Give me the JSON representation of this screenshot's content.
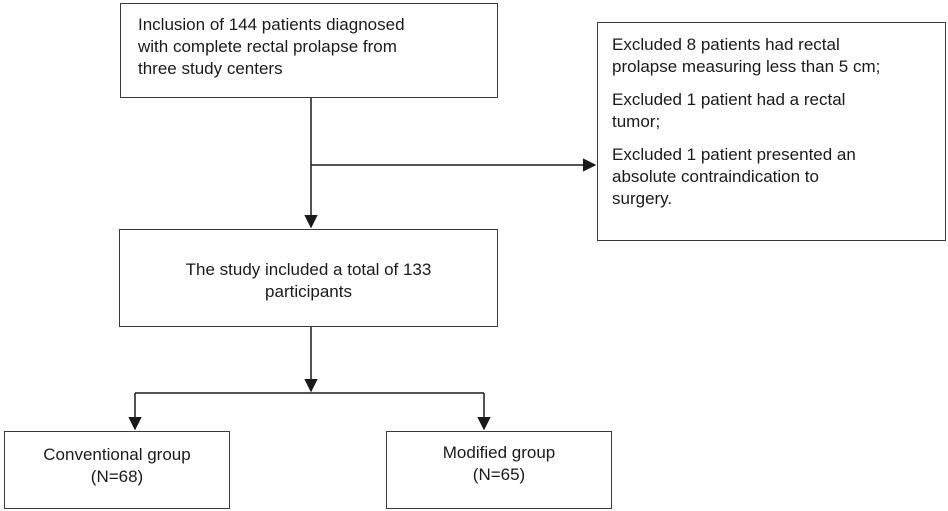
{
  "inclusion": {
    "lines": [
      "Inclusion of 144 patients diagnosed",
      "with complete rectal prolapse from",
      "three study centers"
    ]
  },
  "exclusion": {
    "items": [
      [
        "Excluded 8 patients had rectal",
        "prolapse measuring less than 5 cm;"
      ],
      [
        "Excluded 1 patient had a rectal",
        "tumor;"
      ],
      [
        "Excluded 1 patient presented an",
        "absolute contraindication to",
        "surgery."
      ]
    ]
  },
  "study": {
    "lines": [
      "The study included a total of 133",
      "participants"
    ]
  },
  "groups": {
    "conventional": {
      "label": "Conventional group",
      "count": "(N=68)"
    },
    "modified": {
      "label": "Modified group",
      "count": "(N=65)"
    }
  },
  "colors": {
    "line": "#1a1a1a",
    "border": "#3a3a3a",
    "text": "#1a1a1a"
  }
}
